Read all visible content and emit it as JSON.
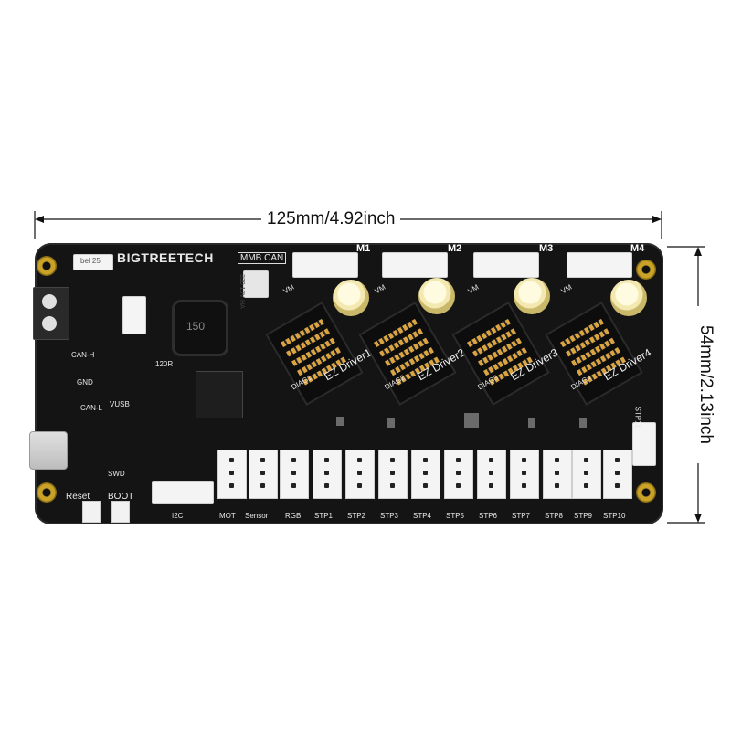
{
  "dimensions": {
    "width_label": "125mm/4.92inch",
    "height_label": "54mm/2.13inch"
  },
  "board": {
    "brand": "BIGTREETECH",
    "model": "MMB CAN",
    "motor_labels": [
      "M1",
      "M2",
      "M3",
      "M4"
    ],
    "driver_labels": [
      "EZ Driver1",
      "EZ Driver2",
      "EZ Driver3",
      "EZ Driver4"
    ],
    "driver_pins": [
      "VM",
      "VM",
      "VM",
      "VM"
    ],
    "diag_labels": [
      "DIAG1",
      "DIAG2",
      "DIAG3",
      "DIAG4"
    ],
    "fuse_label": "bel 25",
    "cap_label": "330 10V HA",
    "inductor_label": "150",
    "resistor_label": "120R",
    "can_labels": [
      "CAN-H",
      "GND",
      "CAN-L"
    ],
    "vusb_label": "VUSB",
    "swd_label": "SWD",
    "reset_label": "Reset",
    "boot_label": "BOOT",
    "stp11_label": "STP11",
    "bottom_labels": [
      "I2C",
      "MOT",
      "Sensor",
      "RGB",
      "STP1",
      "STP2",
      "STP3",
      "STP4",
      "STP5",
      "STP6",
      "STP7",
      "STP8",
      "STP9",
      "STP10"
    ]
  },
  "colors": {
    "pcb": "#141414",
    "connector": "#f4f4f4",
    "gold": "#c9a227",
    "capacitor": "#f3e9b0"
  }
}
